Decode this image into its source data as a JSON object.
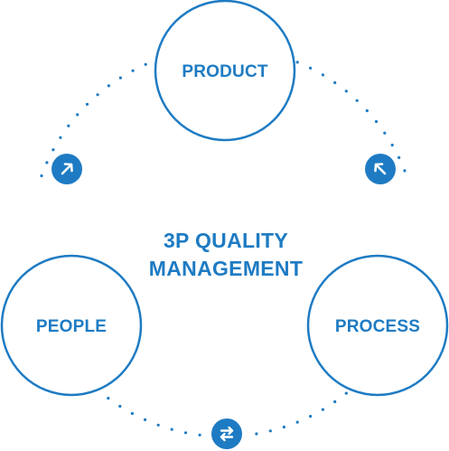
{
  "center": {
    "line1": "3P QUALITY",
    "line2": "MANAGEMENT"
  },
  "nodes": {
    "product": "PRODUCT",
    "people": "PEOPLE",
    "process": "PROCESS"
  },
  "connectors": [
    {
      "between": "people-product",
      "icon": "arrow-up-right-icon"
    },
    {
      "between": "process-product",
      "icon": "arrow-up-left-icon"
    },
    {
      "between": "people-process",
      "icon": "swap-arrows-icon"
    }
  ],
  "colors": {
    "accent": "#1e7bc3",
    "text": "#1e7bc3",
    "dots": "#1e7bc3",
    "background": "#ffffff"
  }
}
